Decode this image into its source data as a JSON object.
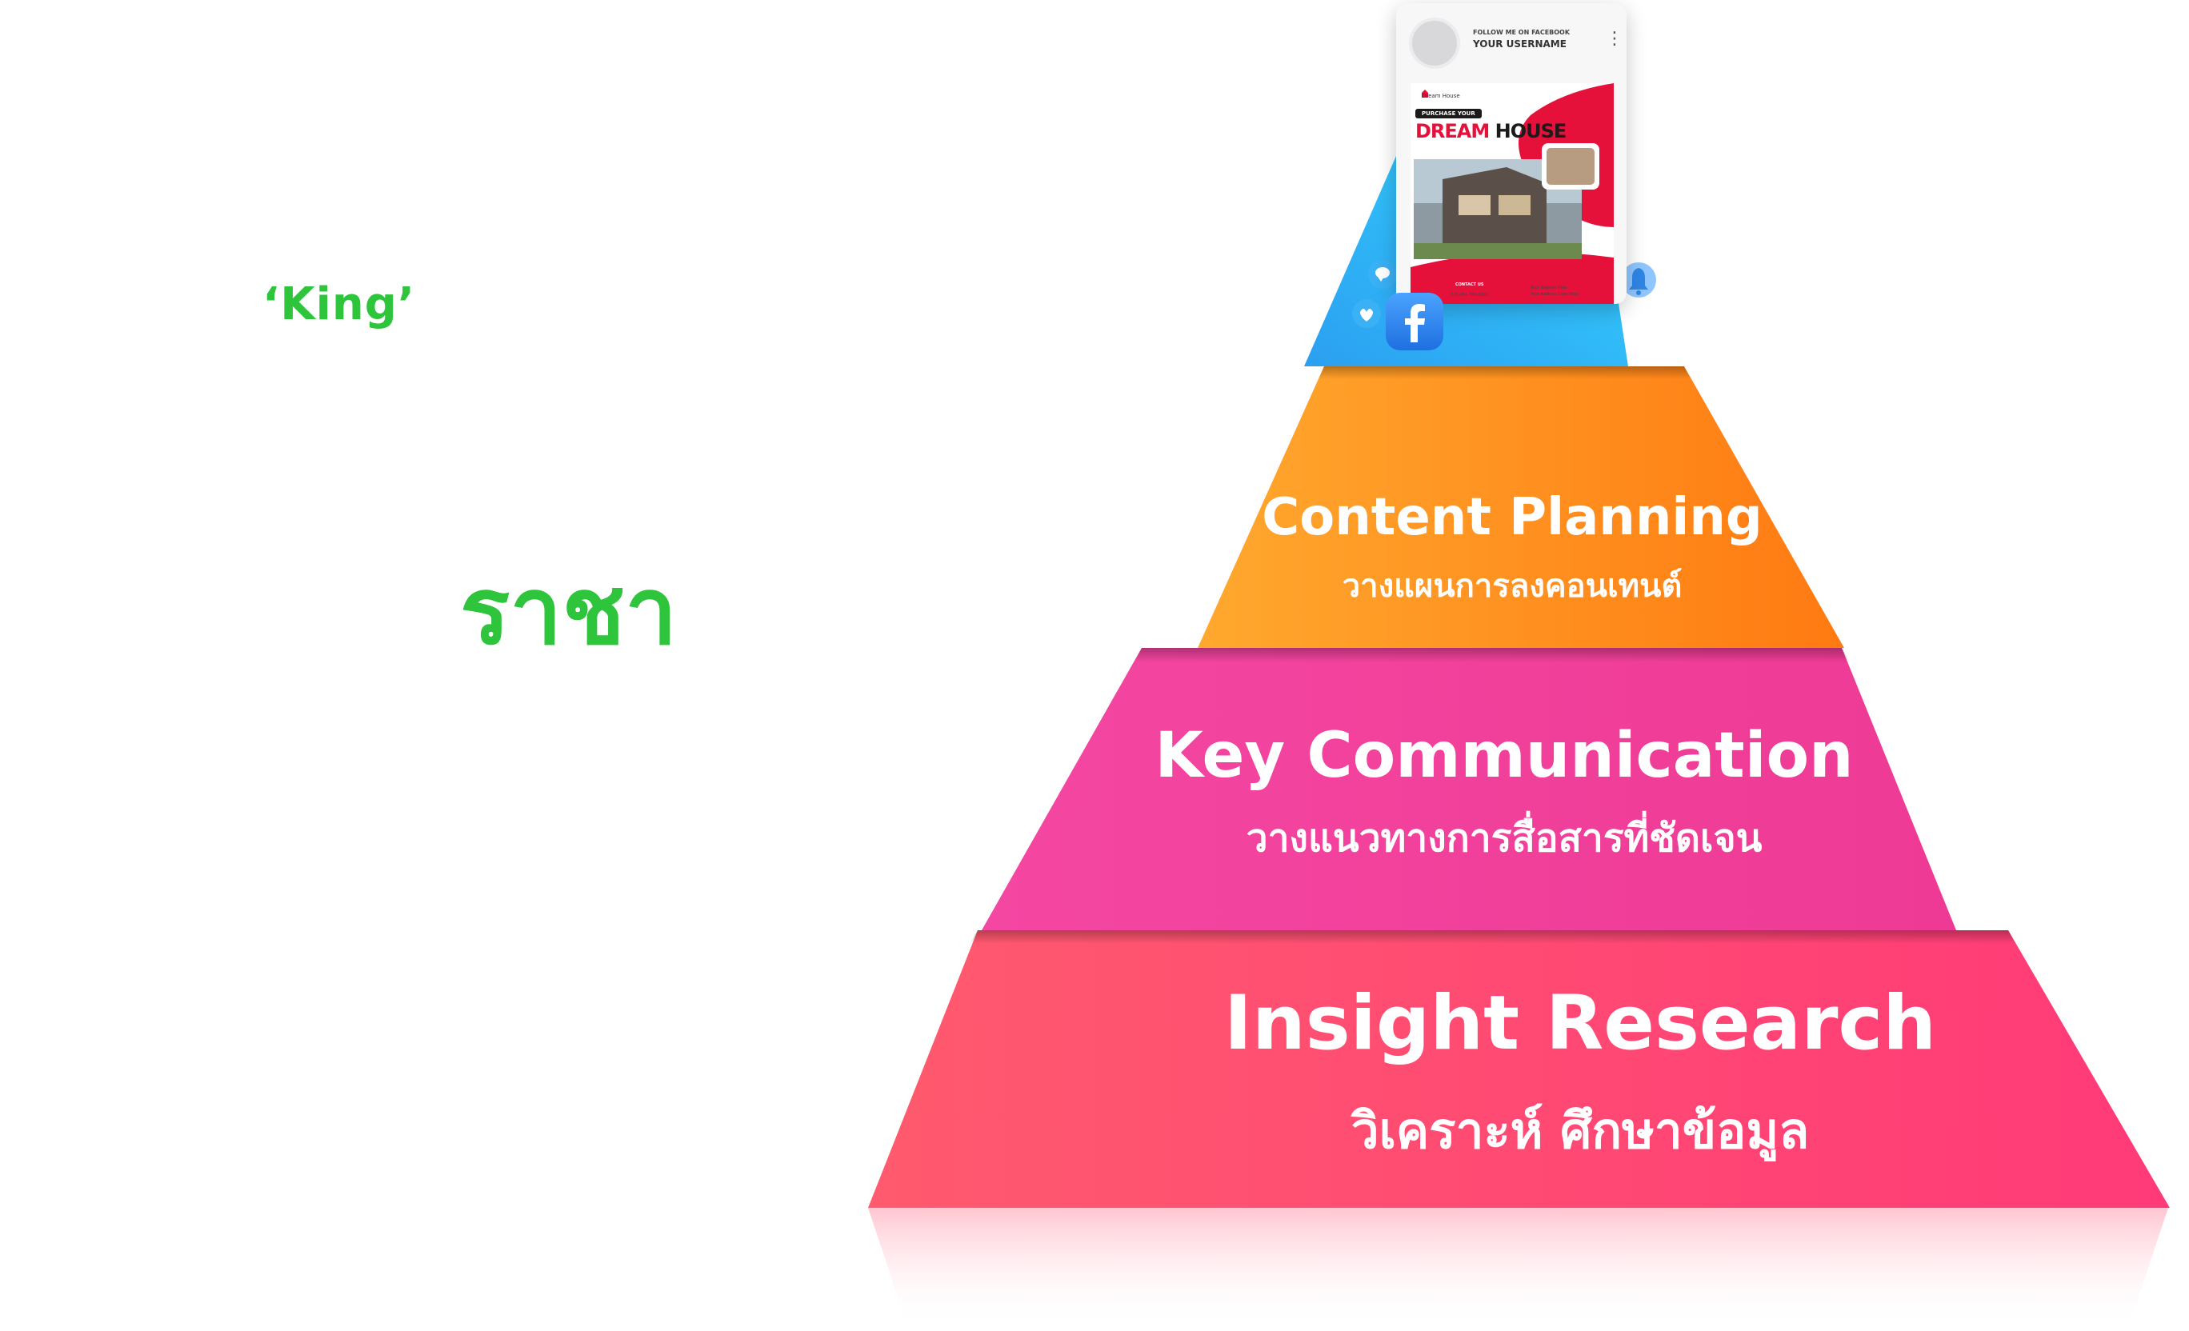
{
  "side_labels": {
    "king": "‘King’",
    "raja": "ราชา"
  },
  "pyramid": {
    "tiers": [
      {
        "title": "Insight Research",
        "subtitle": "วิเคราะห์ ศึกษาข้อมูล",
        "color_left": "#ff5470",
        "color_right": "#ff3a78"
      },
      {
        "title": "Key Communication",
        "subtitle": "วางแนวทางการสื่อสารที่ชัดเจน",
        "color_left": "#f53ea0",
        "color_right": "#ee3d96"
      },
      {
        "title": "Content Planning",
        "subtitle": "วางแผนการลงคอนเทนต์",
        "color_left": "#ffa82e",
        "color_right": "#ff7b14"
      }
    ],
    "apex_color": "#2aa8ee"
  },
  "post_card": {
    "follow_text": "FOLLOW ME ON FACEBOOK",
    "username": "YOUR USERNAME",
    "brand": "Dream House",
    "purchase": "PURCHASE YOUR",
    "headline_1": "DREAM",
    "headline_2": "HOUSE",
    "contact": "CONTACT US",
    "phone": "123-456-789-0000",
    "info_1": "Your Website Here",
    "info_2": "Your Address Goes Here",
    "icons": [
      "facebook-icon",
      "messenger-icon",
      "share-icon",
      "heart-icon",
      "bell-icon",
      "more-icon"
    ]
  },
  "colors": {
    "accent_green": "#2ec43c",
    "poster_red": "#e5113b"
  }
}
